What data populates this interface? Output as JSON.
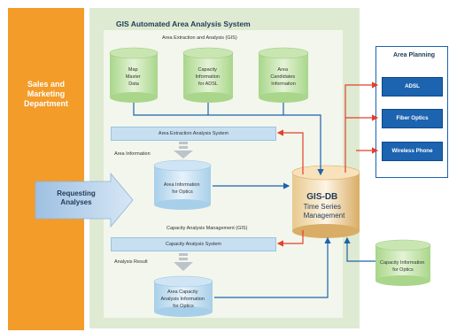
{
  "sales": {
    "label": "Sales and\nMarketing\nDepartment"
  },
  "system": {
    "title": "GIS Automated Area Analysis System"
  },
  "labels": {
    "area_extraction_gis": "Area Extraction and Analysis (GIS)",
    "area_information": "Area Information",
    "capacity_mgmt_gis": "Capacity Analysis Management (GIS)",
    "analysis_result": "Analysis Result"
  },
  "cylinders": {
    "map_master": [
      "Map",
      "Master",
      "Data"
    ],
    "capacity_adsl": [
      "Capacity",
      "Information",
      "for ADSL"
    ],
    "area_candidates": [
      "Area",
      "Candidates",
      "Information"
    ],
    "area_optics": [
      "Area Information",
      "for Optics"
    ],
    "area_capacity": [
      "Area Capacity",
      "Analysis Information",
      "for Optics"
    ],
    "capacity_optics_ext": [
      "Capacity Information",
      "for Optics"
    ]
  },
  "boxes": {
    "extraction_system": "Area Extraction Analysis System",
    "capacity_system": "Capacity Analysis System"
  },
  "gisdb": {
    "title": "GIS-DB",
    "sub1": "Time Series",
    "sub2": "Management"
  },
  "requesting": {
    "label": "Requesting\nAnalyses"
  },
  "planning": {
    "title": "Area Planning",
    "items": [
      "ADSL",
      "Fiber Optics",
      "Wireless Phone"
    ]
  },
  "colors": {
    "orange": "#f39c2a",
    "blue": "#1c63b0",
    "red": "#e2402c",
    "green_bg": "#dfead2"
  }
}
